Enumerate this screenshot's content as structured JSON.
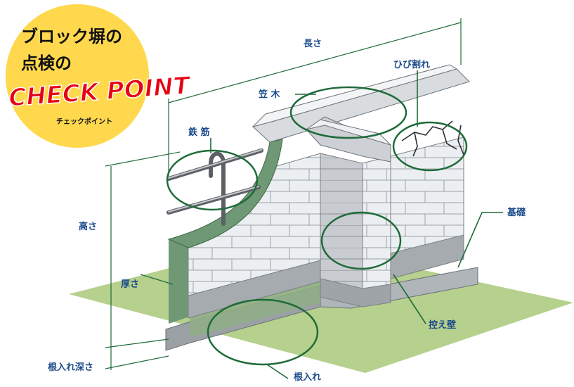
{
  "badge": {
    "line1": "ブロック塀の",
    "line2": "点検の",
    "line3": "CHECK POINT",
    "line4": "チェックポイント"
  },
  "labels": {
    "length": "長さ",
    "crack": "ひび割れ",
    "kasagi": "笠 木",
    "rebar": "鉄 筋",
    "height": "高さ",
    "thickness": "厚さ",
    "foundation": "基礎",
    "buttress": "控え壁",
    "embed_depth": "根入れ深さ",
    "embedment": "根入れ"
  },
  "colors": {
    "badge_yellow": "#ffd84d",
    "badge_red": "#e60012",
    "label_blue": "#1a4a8a",
    "leader_green": "#1f6b3a",
    "ground_green": "#b5cf8c",
    "block_face": "#e9ecef",
    "block_side": "#c3c7cb",
    "cut_green": "#6f9874"
  }
}
